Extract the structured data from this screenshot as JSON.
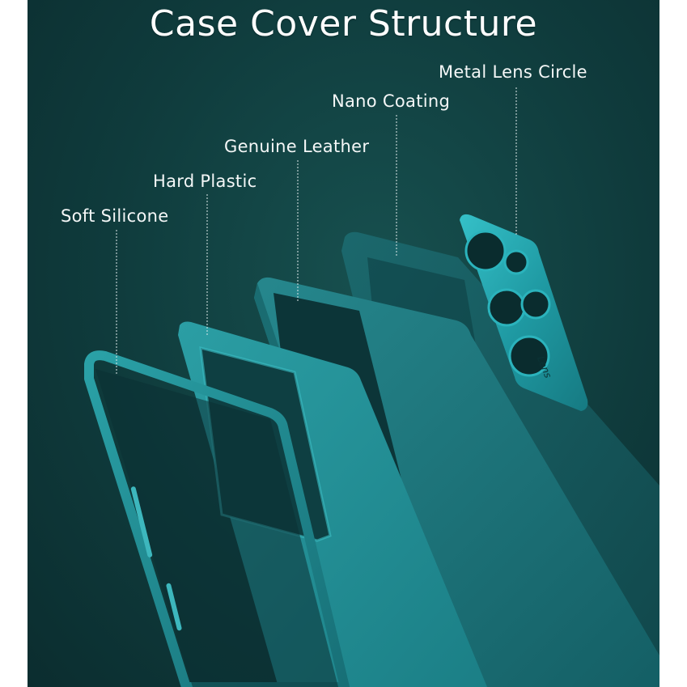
{
  "title": "Case Cover Structure",
  "layers": [
    {
      "label": "Soft Silicone"
    },
    {
      "label": "Hard Plastic"
    },
    {
      "label": "Genuine Leather"
    },
    {
      "label": "Nano Coating"
    },
    {
      "label": "Metal Lens Circle"
    }
  ],
  "lens_plate_text": "Lens",
  "colors": {
    "background": "#0f3b3c",
    "case_teal": "#1f8e95",
    "leather_teal": "#20838a",
    "metal_teal": "#23a8b2",
    "label_text": "#ffffff"
  }
}
